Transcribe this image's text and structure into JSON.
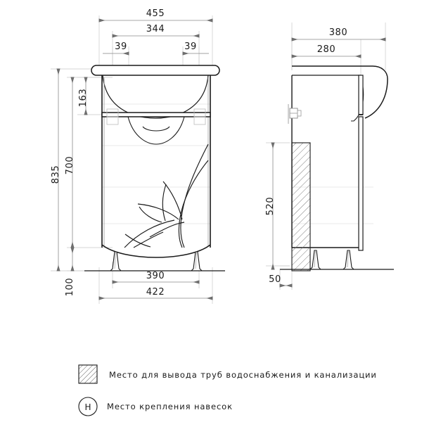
{
  "drawing": {
    "title": "Bathroom vanity cabinet with washbasin — dimensioned drawing",
    "units": "mm",
    "line_color": "#1a1a1a",
    "dim_line_color": "#8a8a8a",
    "thin_line_color": "#cfcfcf",
    "background": "#ffffff"
  },
  "front_view": {
    "name": "front-elevation",
    "dimensions": {
      "basin_width": "455",
      "cabinet_body_width": "344",
      "basin_overhang_left": "39",
      "basin_overhang_right": "39",
      "total_height": "835",
      "cabinet_height": "700",
      "basin_height": "163",
      "leg_height": "100",
      "legs_span": "390",
      "base_width": "422"
    }
  },
  "side_view": {
    "name": "side-elevation",
    "dimensions": {
      "basin_depth": "380",
      "cabinet_depth": "280",
      "wall_zone_height": "520",
      "wall_offset": "50"
    }
  },
  "legend": {
    "items": [
      {
        "symbol": "hatched-square",
        "text": "Место для вывода труб водоснабжения и канализации"
      },
      {
        "symbol": "circle-h",
        "symbol_letter": "Н",
        "text": "Место крепления навесок"
      }
    ]
  }
}
